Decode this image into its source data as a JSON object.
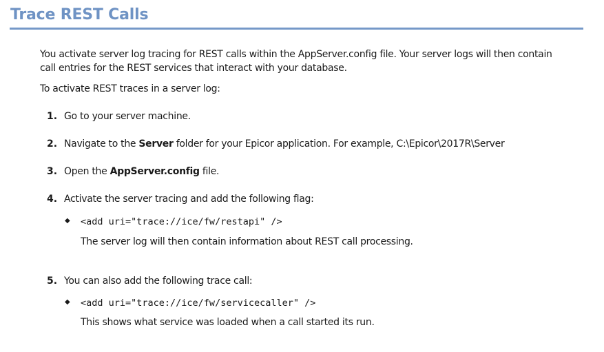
{
  "title": "Trace REST Calls",
  "intro": [
    "You activate server log tracing for REST calls within the AppServer.config file. Your server logs will then contain",
    "call entries for the REST services that interact with your database."
  ],
  "lead": "To activate REST traces in a server log:",
  "steps": [
    {
      "num": "1.",
      "text": "Go to your server machine."
    },
    {
      "num": "2.",
      "pre": "Navigate to the ",
      "bold": "Server",
      "post": " folder for your Epicor application. For example, C:\\Epicor\\2017R\\Server"
    },
    {
      "num": "3.",
      "pre": "Open the ",
      "bold": "AppServer.config",
      "post": " file."
    },
    {
      "num": "4.",
      "text": "Activate the server tracing and add the following flag:",
      "code": "<add uri=\"trace://ice/fw/restapi\" />",
      "note": "The server log will then contain information about REST call processing."
    },
    {
      "num": "5.",
      "text": "You can also add the following trace call:",
      "code": "<add uri=\"trace://ice/fw/servicecaller\" />",
      "note": "This shows what service was loaded when a call started its run."
    }
  ],
  "bullet": "◆"
}
